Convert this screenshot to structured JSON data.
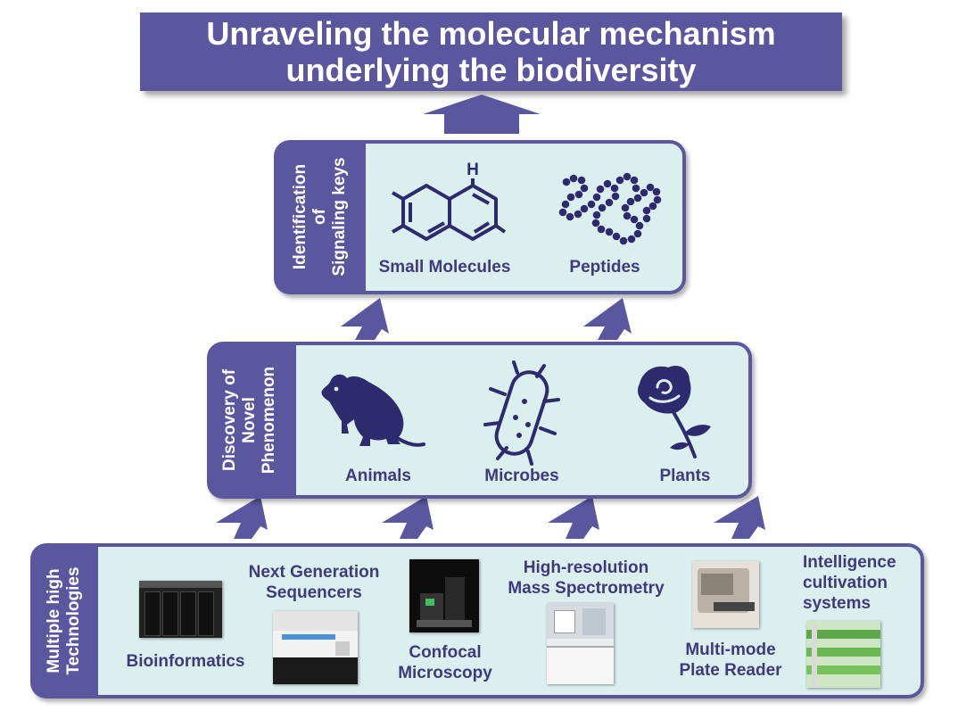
{
  "title": {
    "line1": "Unraveling the molecular mechanism",
    "line2": "underlying the biodiversity"
  },
  "tiers": {
    "top": {
      "side_label": [
        "Identification",
        "of",
        "Signaling  keys"
      ],
      "items": [
        "Small Molecules",
        "Peptides"
      ],
      "molecule_atom": "H"
    },
    "middle": {
      "side_label": [
        "Discovery of",
        "Novel",
        "Phenomenon"
      ],
      "items": [
        "Animals",
        "Microbes",
        "Plants"
      ]
    },
    "bottom": {
      "side_label": [
        "Multiple  high",
        "Technologies"
      ],
      "items": [
        [
          "Bioinformatics"
        ],
        [
          "Next Generation",
          "Sequencers"
        ],
        [
          "Confocal",
          "Microscopy"
        ],
        [
          "High-resolution",
          "Mass Spectrometry"
        ],
        [
          "Multi-mode",
          "Plate Reader"
        ],
        [
          "Intelligence",
          "cultivation",
          "systems"
        ]
      ]
    }
  },
  "colors": {
    "primary": "#5b579e",
    "panel": "#dcefef",
    "label_text": "#3e3a7c",
    "icon": "#2d2b6e"
  },
  "icons": [
    "up-arrow-icon",
    "naphthalene-icon",
    "peptide-chain-icon",
    "rat-icon",
    "bacterium-icon",
    "rose-icon"
  ]
}
